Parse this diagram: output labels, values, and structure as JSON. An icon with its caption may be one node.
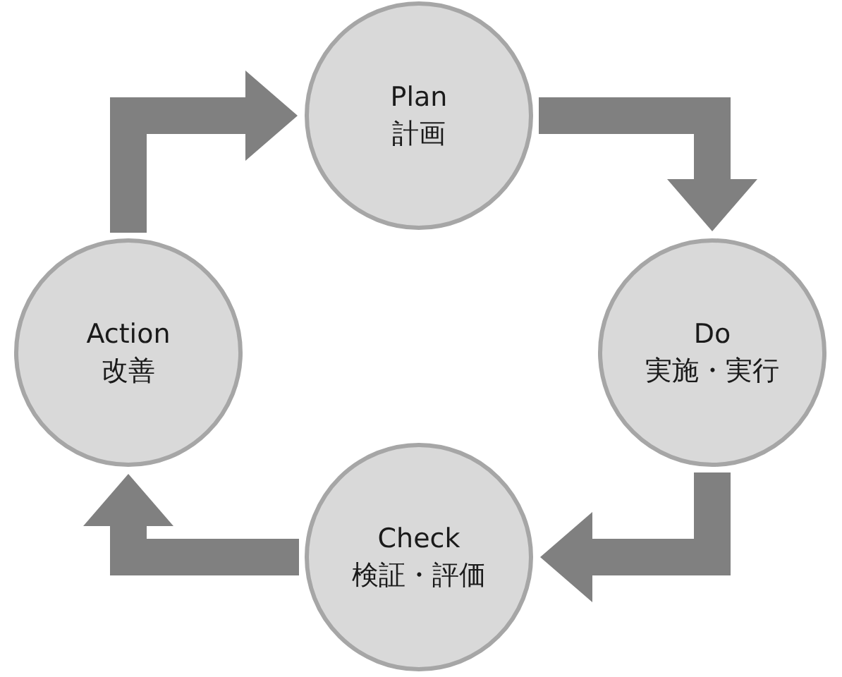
{
  "diagram": {
    "nodes": [
      {
        "text": [
          "Plan",
          "計画"
        ]
      },
      {
        "text": [
          "Action",
          "改善"
        ]
      },
      {
        "text": [
          "Do",
          "実施・実行"
        ]
      },
      {
        "text": [
          "Check",
          "検証・評価"
        ]
      }
    ],
    "edges": [
      {
        "from": 0,
        "to": 2,
        "arrow": "to"
      },
      {
        "from": 2,
        "to": 3,
        "arrow": "to"
      },
      {
        "from": 3,
        "to": 1,
        "arrow": "to"
      },
      {
        "from": 1,
        "to": 0,
        "arrow": "to"
      }
    ]
  }
}
